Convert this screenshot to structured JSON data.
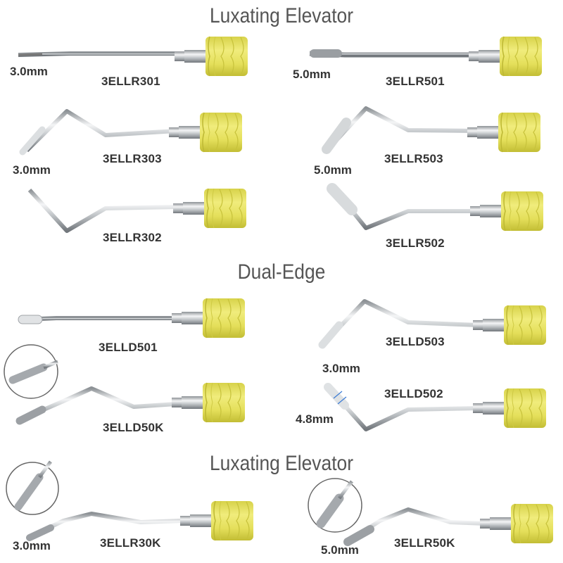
{
  "headings": {
    "luxating_top": "Luxating Elevator",
    "dual_edge": "Dual-Edge",
    "luxating_bottom": "Luxating Elevator"
  },
  "instruments": [
    {
      "code": "3ELLR301",
      "size": "3.0mm"
    },
    {
      "code": "3ELLR501",
      "size": "5.0mm"
    },
    {
      "code": "3ELLR303",
      "size": "3.0mm"
    },
    {
      "code": "3ELLR503",
      "size": "5.0mm"
    },
    {
      "code": "3ELLR302",
      "size": ""
    },
    {
      "code": "3ELLR502",
      "size": ""
    },
    {
      "code": "3ELLD501",
      "size": ""
    },
    {
      "code": "3ELLD503",
      "size": "3.0mm"
    },
    {
      "code": "3ELLD50K",
      "size": ""
    },
    {
      "code": "3ELLD502",
      "size": "4.8mm"
    },
    {
      "code": "3ELLR30K",
      "size": "3.0mm"
    },
    {
      "code": "3ELLR50K",
      "size": "5.0mm"
    }
  ],
  "colors": {
    "handle": "#e6e25a",
    "handle_dark": "#c9c43a",
    "steel": "#b8bcc0",
    "steel_light": "#eef0f2",
    "steel_dark": "#7d8287",
    "text": "#333333",
    "heading": "#555555",
    "marker": "#3a7bd5"
  }
}
